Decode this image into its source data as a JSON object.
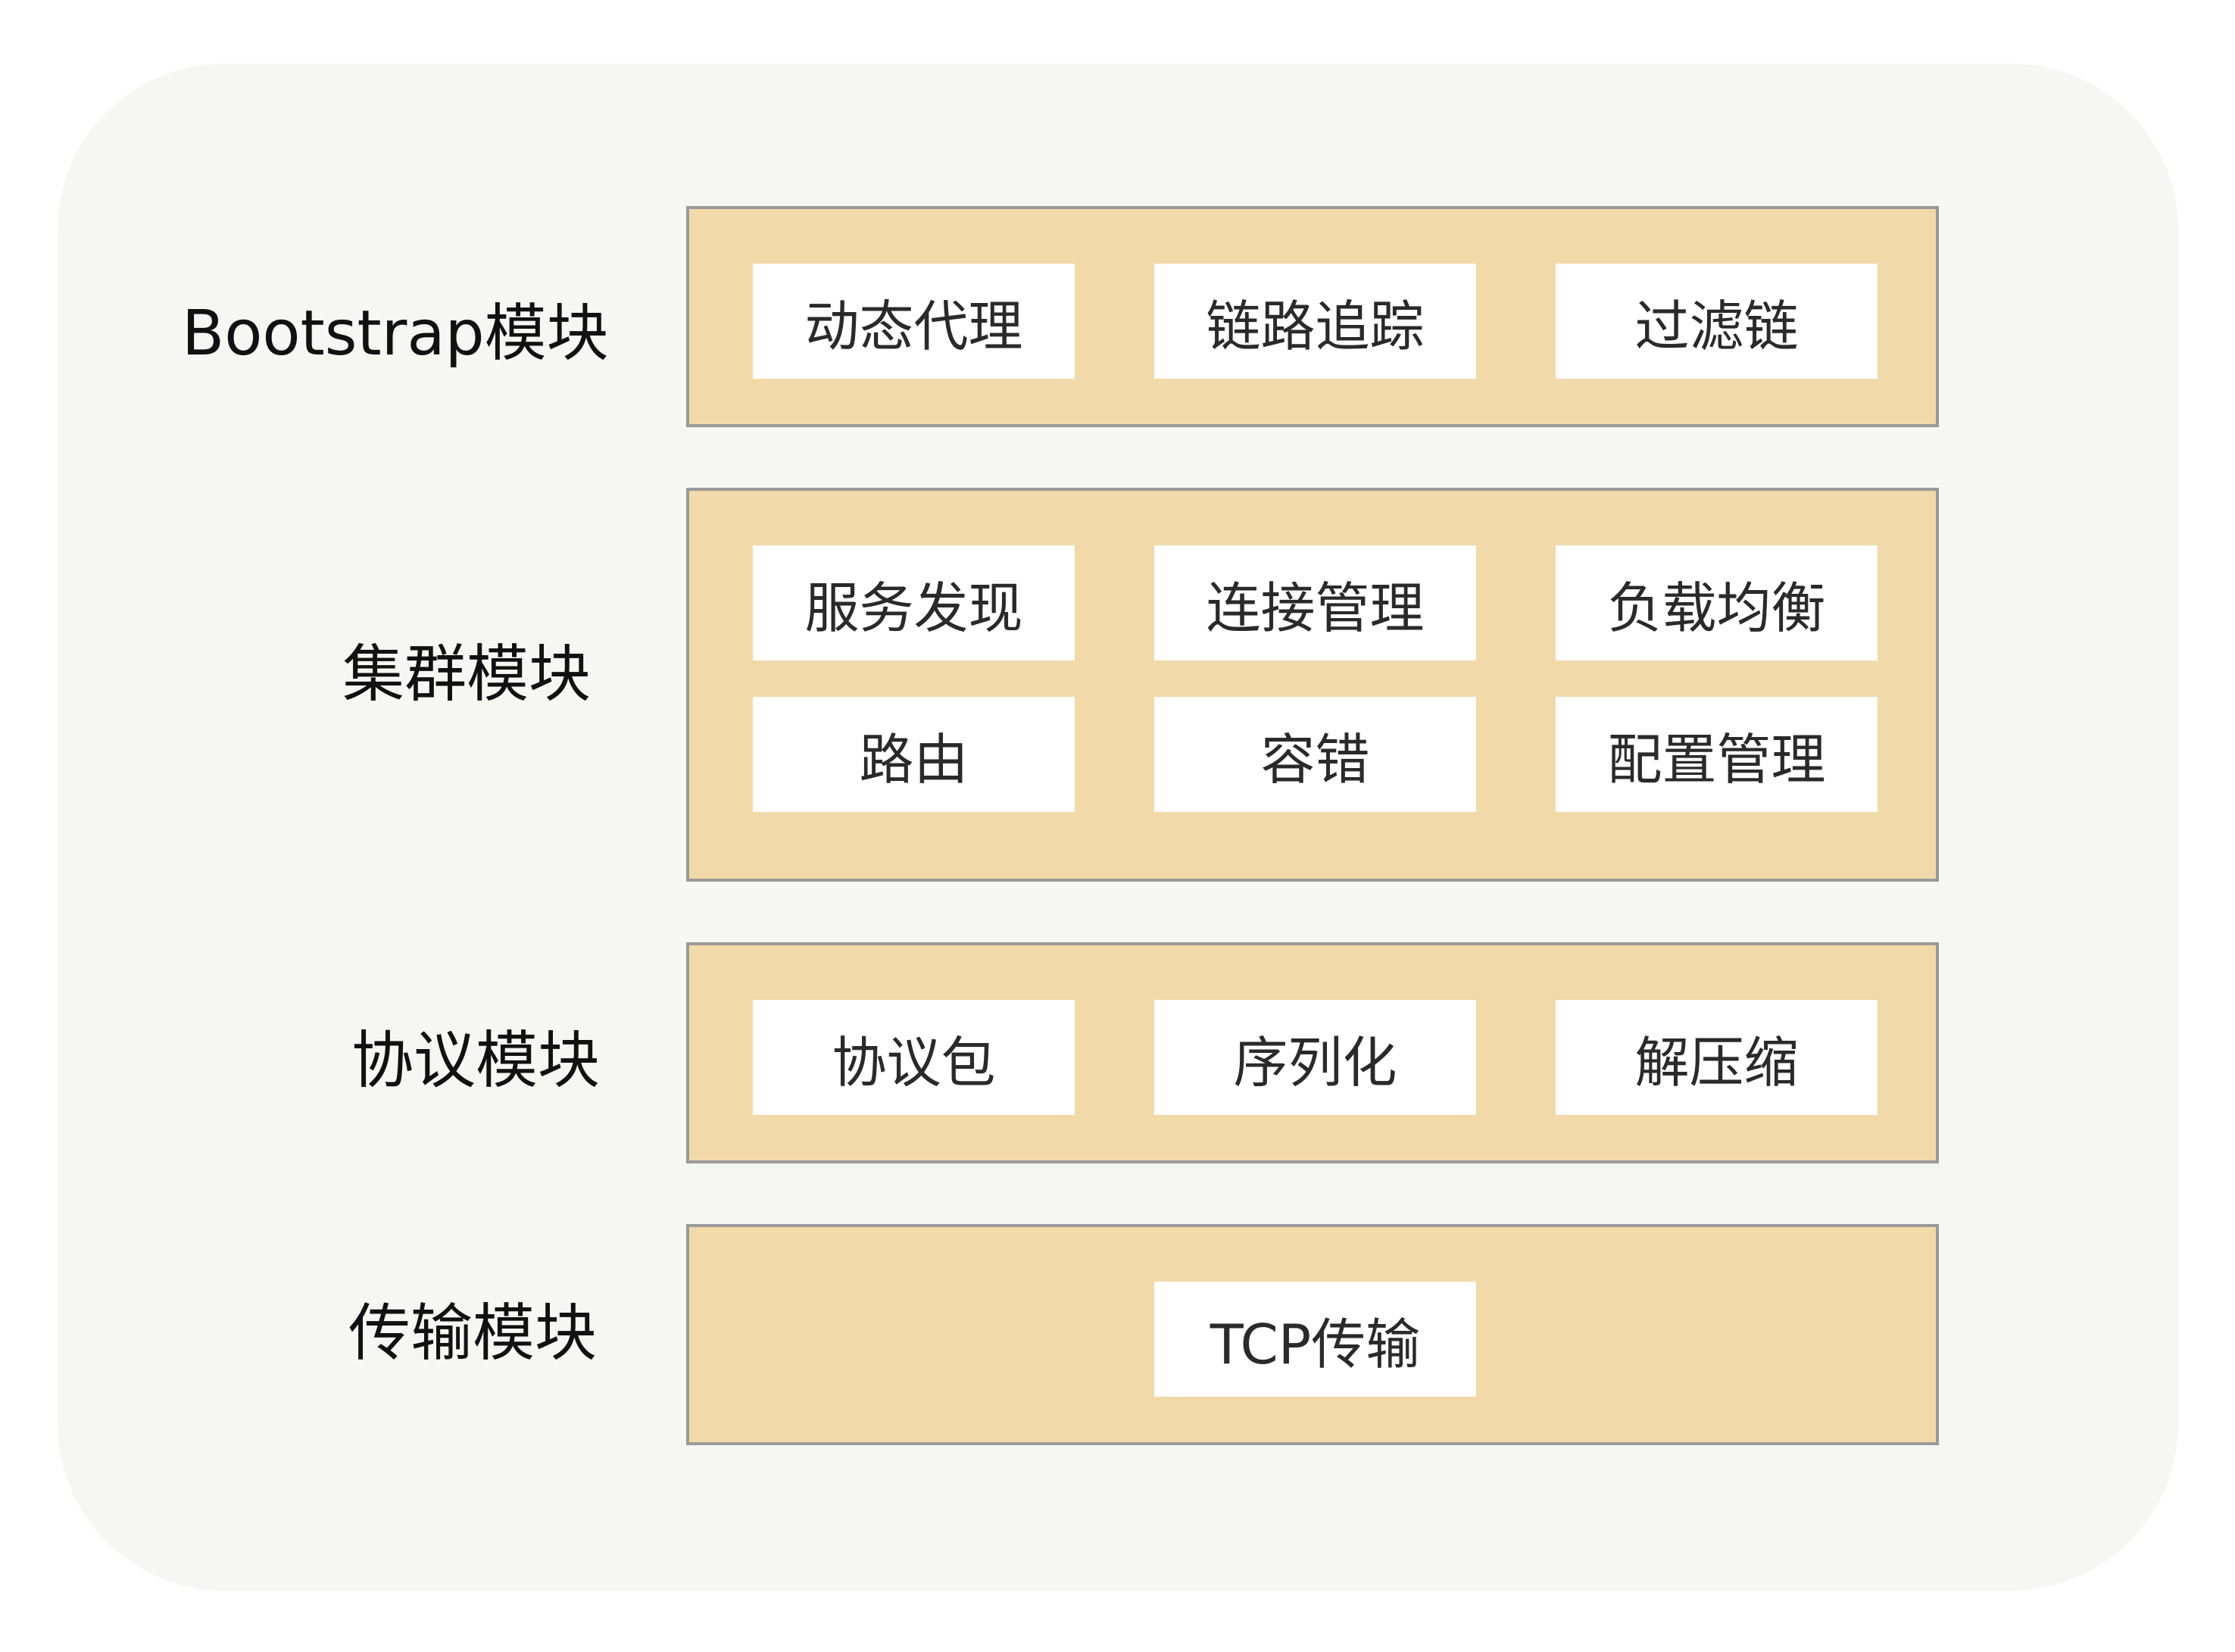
{
  "layers": [
    {
      "label": "Bootstrap模块",
      "items": [
        "动态代理",
        "链路追踪",
        "过滤链"
      ]
    },
    {
      "label": "集群模块",
      "items": [
        "服务发现",
        "连接管理",
        "负载均衡",
        "路由",
        "容错",
        "配置管理"
      ]
    },
    {
      "label": "协议模块",
      "items": [
        "协议包",
        "序列化",
        "解压缩"
      ]
    },
    {
      "label": "传输模块",
      "items": [
        "TCP传输"
      ]
    }
  ],
  "colors": {
    "background": "#f6f6f3",
    "layer_fill": "#f2d9a9",
    "layer_border": "#9a9a9a",
    "item_fill": "#ffffff",
    "text": "#111111"
  }
}
